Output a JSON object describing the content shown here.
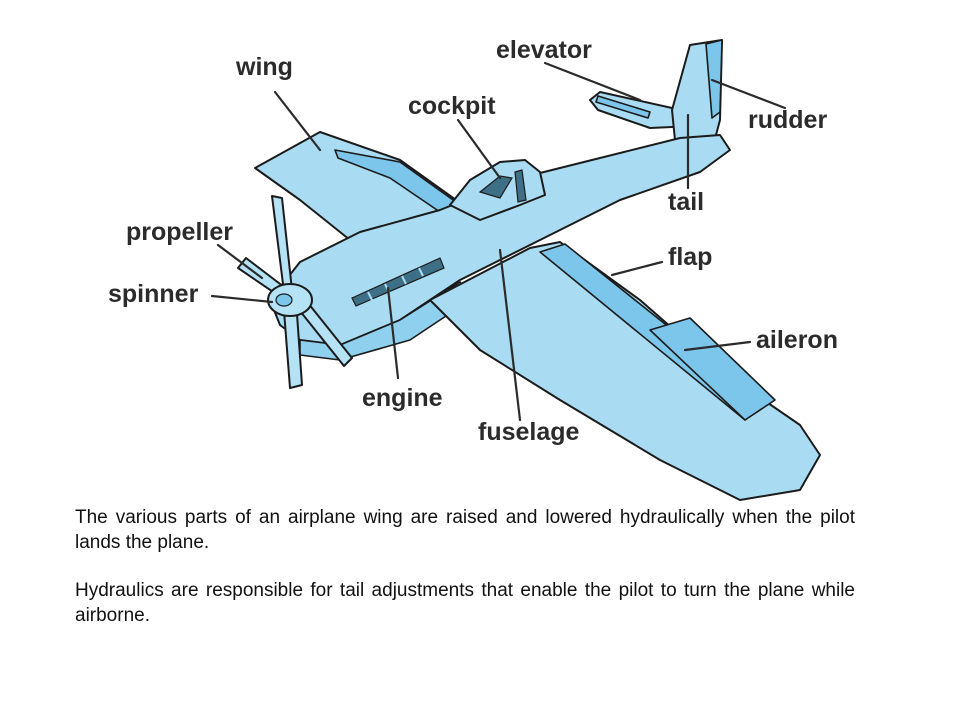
{
  "diagram": {
    "labels": {
      "wing": "wing",
      "elevator": "elevator",
      "cockpit": "cockpit",
      "rudder": "rudder",
      "tail": "tail",
      "propeller": "propeller",
      "spinner": "spinner",
      "flap": "flap",
      "aileron": "aileron",
      "engine": "engine",
      "fuselage": "fuselage"
    },
    "colors": {
      "body": "#a9dcf2",
      "control_surface": "#7cc6ec",
      "outline": "#1b1b1b",
      "label_text": "#2b2b2b"
    }
  },
  "text": {
    "paragraph_1": "The various parts of an airplane wing are raised and lowered hydraulically when the pilot lands the plane.",
    "paragraph_2": "Hydraulics are responsible for tail adjustments that enable the pilot to turn the plane while airborne."
  }
}
